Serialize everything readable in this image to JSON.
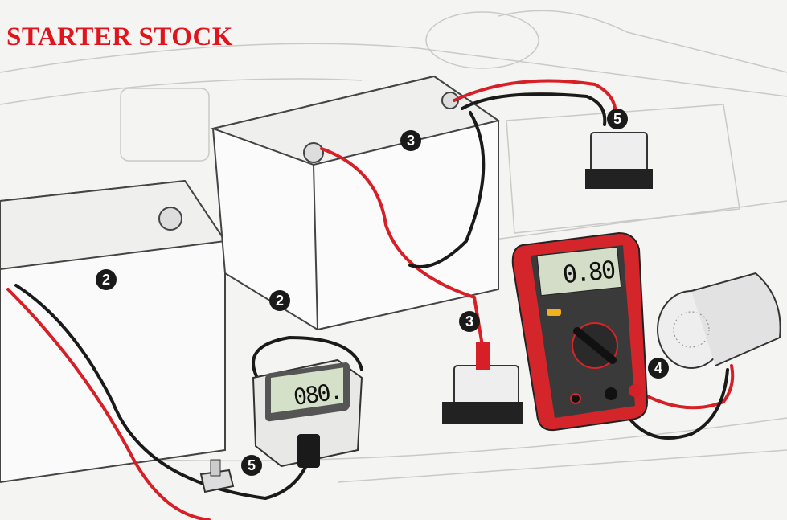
{
  "title": "STARTER STOCK",
  "labels": {
    "battery_left": "2",
    "battery_center": "2",
    "battery_post": "3",
    "relay_lower": "3",
    "motor": "4",
    "relay_upper": "5",
    "ground_bolt": "5"
  },
  "multimeter": {
    "reading": "0.80"
  },
  "monitor": {
    "reading": "080."
  },
  "colors": {
    "title": "#e0141c",
    "wire_red": "#d61f26",
    "wire_black": "#1a1a1a",
    "meter_body": "#d4262a"
  }
}
